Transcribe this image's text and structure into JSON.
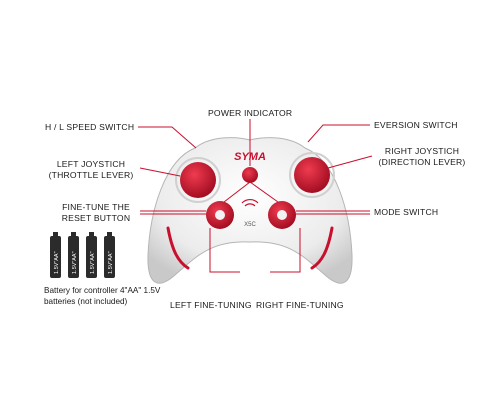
{
  "labels": {
    "hl_speed_switch": "H / L SPEED SWITCH",
    "power_indicator": "POWER INDICATOR",
    "eversion_switch": "EVERSION SWITCH",
    "left_joystick_1": "LEFT JOYSTICH",
    "left_joystick_2": "(THROTTLE LEVER)",
    "right_joystick_1": "RIGHT JOYSTICH",
    "right_joystick_2": "(DIRECTION LEVER)",
    "fine_tune_1": "FINE-TUNE THE",
    "fine_tune_2": "RESET BUTTON",
    "mode_switch": "MODE SWITCH",
    "left_fine_tuning": "LEFT FINE-TUNING",
    "right_fine_tuning": "RIGHT FINE-TUNING"
  },
  "controller": {
    "brand": "SYMA",
    "model": "X5C"
  },
  "batteries": {
    "cell_label": "1.5V\"AA\"",
    "count": 4,
    "note_1": "Battery for controller 4\"AA\" 1.5V",
    "note_2": "batteries (not included)"
  },
  "colors": {
    "accent_red": "#c8102e",
    "body_white": "#f2f2f2",
    "battery": "#2b2b2b"
  }
}
